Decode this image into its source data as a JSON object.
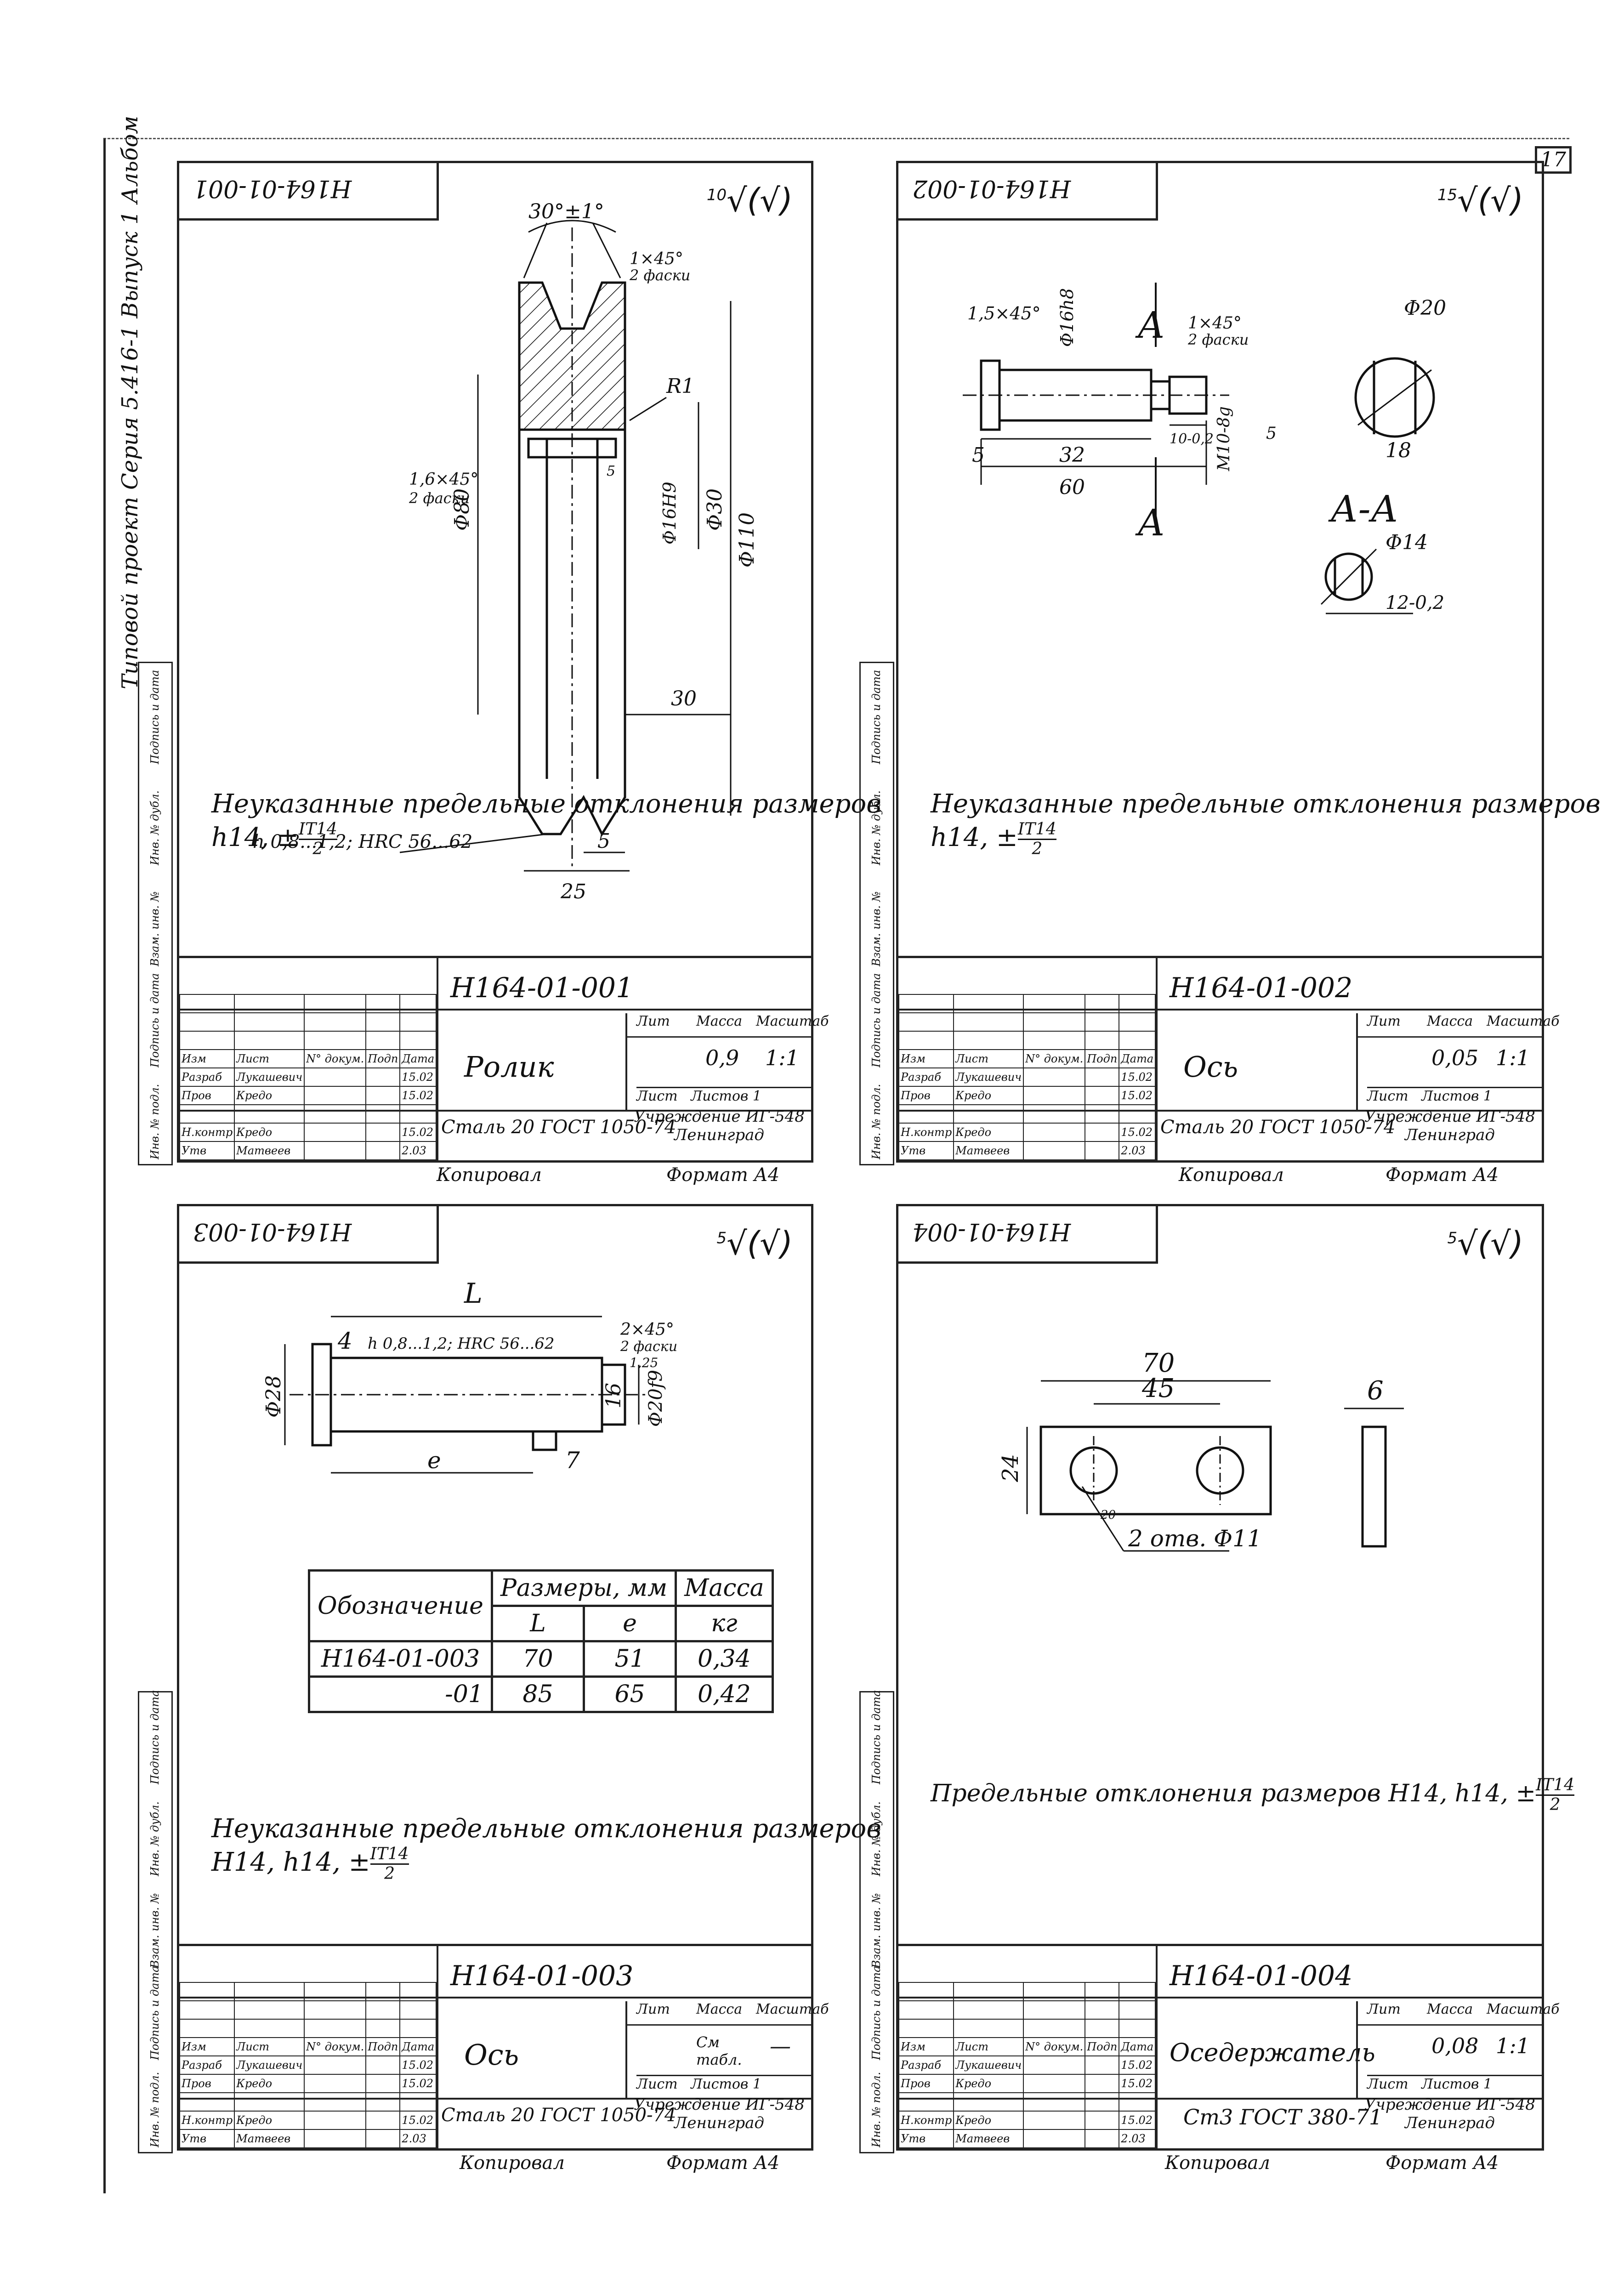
{
  "page_number": "17",
  "album_label": "Типовой проект Серия 5.416-1 Выпуск 1 Альбом",
  "side_strip_labels": [
    "Инв. № подл.",
    "Подпись и дата",
    "Взам. инв. №",
    "Инв. № дубл.",
    "Подпись и дата"
  ],
  "title_block_headers": {
    "izm": "Изм",
    "list": "Лист",
    "ndokum": "N° докум.",
    "podp": "Подп",
    "data": "Дата",
    "razrab": "Разраб",
    "prov": "Пров",
    "nkontr": "Н.контр",
    "utv": "Утв",
    "lit": "Лит",
    "massa": "Масса",
    "masshtab": "Масштаб",
    "list_lbl": "Лист",
    "listov_lbl": "Листов 1"
  },
  "people": {
    "razrab": "Лукашевич",
    "prov": "Кредо",
    "nkontr": "Кредо",
    "utv": "Матвеев",
    "podp": "Кредо",
    "date1": "15.02",
    "date2": "2.03"
  },
  "format_label": "Формат А4",
  "copied_label": "Копировал",
  "institution": "Учреждение ИГ-548 Ленинград",
  "sheets": [
    {
      "code": "Н164-01-001",
      "name": "Ролик",
      "material": "Сталь 20 ГОСТ 1050-74",
      "mass": "0,9",
      "scale": "1:1",
      "roughness": "10",
      "note": "Неуказанные предельные отклонения размеров",
      "note_tol": "h14, ±",
      "dims": {
        "angle": "30°±1°",
        "chamfer1": "1×45°",
        "chamfer1b": "2 фаски",
        "radius": "R1",
        "chamfer2": "1,6×45°",
        "chamfer2b": "2 фаски",
        "d80": "Φ80",
        "d16": "Φ16Н9",
        "d30": "Φ30",
        "d110": "Φ110",
        "w30": "30",
        "w5": "5",
        "w25": "25",
        "s5": "5",
        "hard": "h 0,8...1,2; HRC 56...62"
      }
    },
    {
      "code": "Н164-01-002",
      "name": "Ось",
      "material": "Сталь 20 ГОСТ 1050-74",
      "mass": "0,05",
      "scale": "1:1",
      "roughness": "15",
      "note": "Неуказанные предельные отклонения размеров",
      "note_tol": "h14, ±",
      "dims": {
        "chamfer1": "1,5×45°",
        "d16": "Φ16h8",
        "chamfer2": "1×45°",
        "chamfer2b": "2 фаски",
        "d20": "Φ20",
        "l5": "5",
        "l32": "32",
        "l60": "60",
        "l10": "10-0,2",
        "m10": "М10-8g",
        "w18": "18",
        "sec": "А-А",
        "secA": "А",
        "d14": "Φ14",
        "w12": "12-0,2",
        "r5": "5"
      }
    },
    {
      "code": "Н164-01-003",
      "name": "Ось",
      "material": "Сталь 20 ГОСТ 1050-74",
      "mass": "См табл.",
      "scale": "—",
      "roughness": "5",
      "note": "Неуказанные предельные отклонения размеров",
      "note_tol": "Н14, h14, ±",
      "dims": {
        "L": "L",
        "l4": "4",
        "hard": "h 0,8...1,2; HRC 56...62",
        "chamfer": "2×45°",
        "chamfer_b": "2 фаски",
        "r25": "1,25",
        "d28": "Φ28",
        "l16": "16",
        "d20": "Φ20f9",
        "e": "е",
        "l7": "7"
      },
      "table": {
        "h_oboz": "Обозначение",
        "h_dims": "Размеры, мм",
        "h_mass": "Масса",
        "h_L": "L",
        "h_e": "е",
        "h_kg": "кг",
        "rows": [
          [
            "Н164-01-003",
            "70",
            "51",
            "0,34"
          ],
          [
            "-01",
            "85",
            "65",
            "0,42"
          ]
        ]
      }
    },
    {
      "code": "Н164-01-004",
      "name": "Оседержатель",
      "material": "Ст3 ГОСТ 380-71",
      "mass": "0,08",
      "scale": "1:1",
      "roughness": "5",
      "note": "Предельные отклонения размеров Н14, h14, ±",
      "dims": {
        "l70": "70",
        "l45": "45",
        "h24": "24",
        "t6": "6",
        "holes": "2 отв. Φ11",
        "r20": "20"
      }
    }
  ]
}
